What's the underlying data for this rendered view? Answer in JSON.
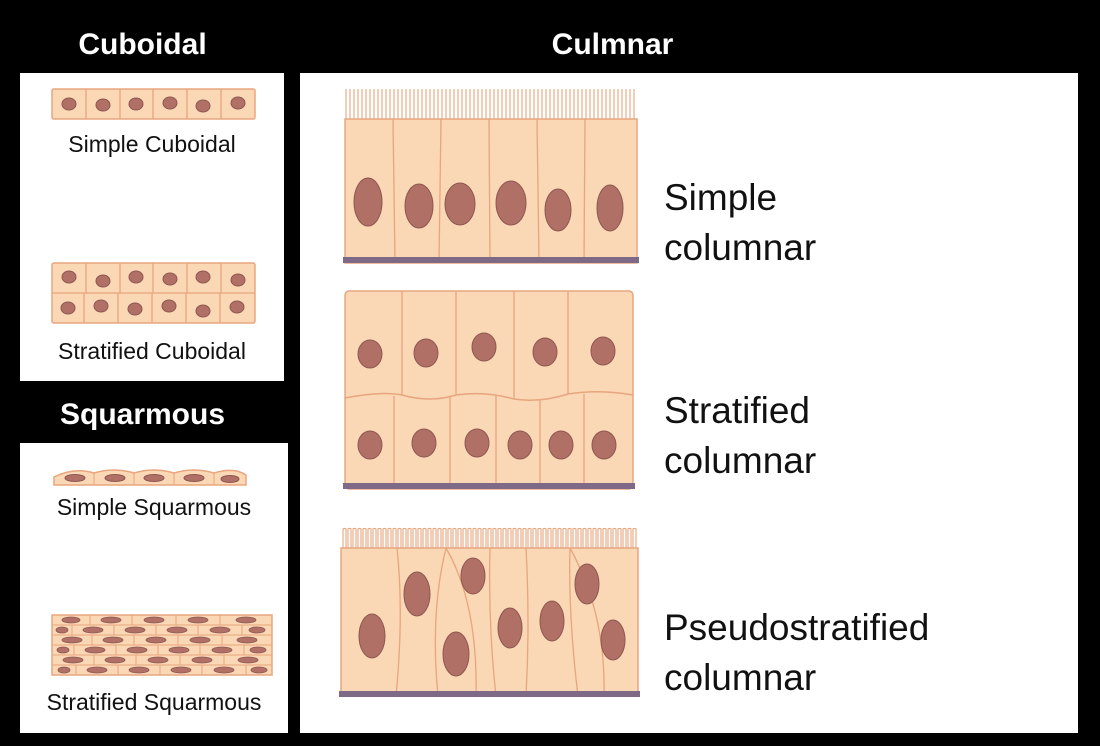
{
  "headings": {
    "cuboidal": "Cuboidal",
    "columnar": "Culmnar",
    "squamous": "Squarmous"
  },
  "cuboidal": {
    "simple_label": "Simple Cuboidal",
    "stratified_label": "Stratified Cuboidal"
  },
  "squamous": {
    "simple_label": "Simple Squarmous",
    "stratified_label": "Stratified Squarmous"
  },
  "columnar": {
    "simple": {
      "line1": "Simple",
      "line2": "columnar"
    },
    "stratified": {
      "line1": "Stratified",
      "line2": "columnar"
    },
    "pseudo": {
      "line1": "Pseudostratified",
      "line2": "columnar"
    }
  },
  "colors": {
    "background": "#000000",
    "panel": "#ffffff",
    "cell_fill": "#fad7b5",
    "cell_stroke": "#e8a57e",
    "nucleus": "#b07066",
    "nucleus_stroke": "#8f5750",
    "basement_membrane": "#7e6a86"
  }
}
